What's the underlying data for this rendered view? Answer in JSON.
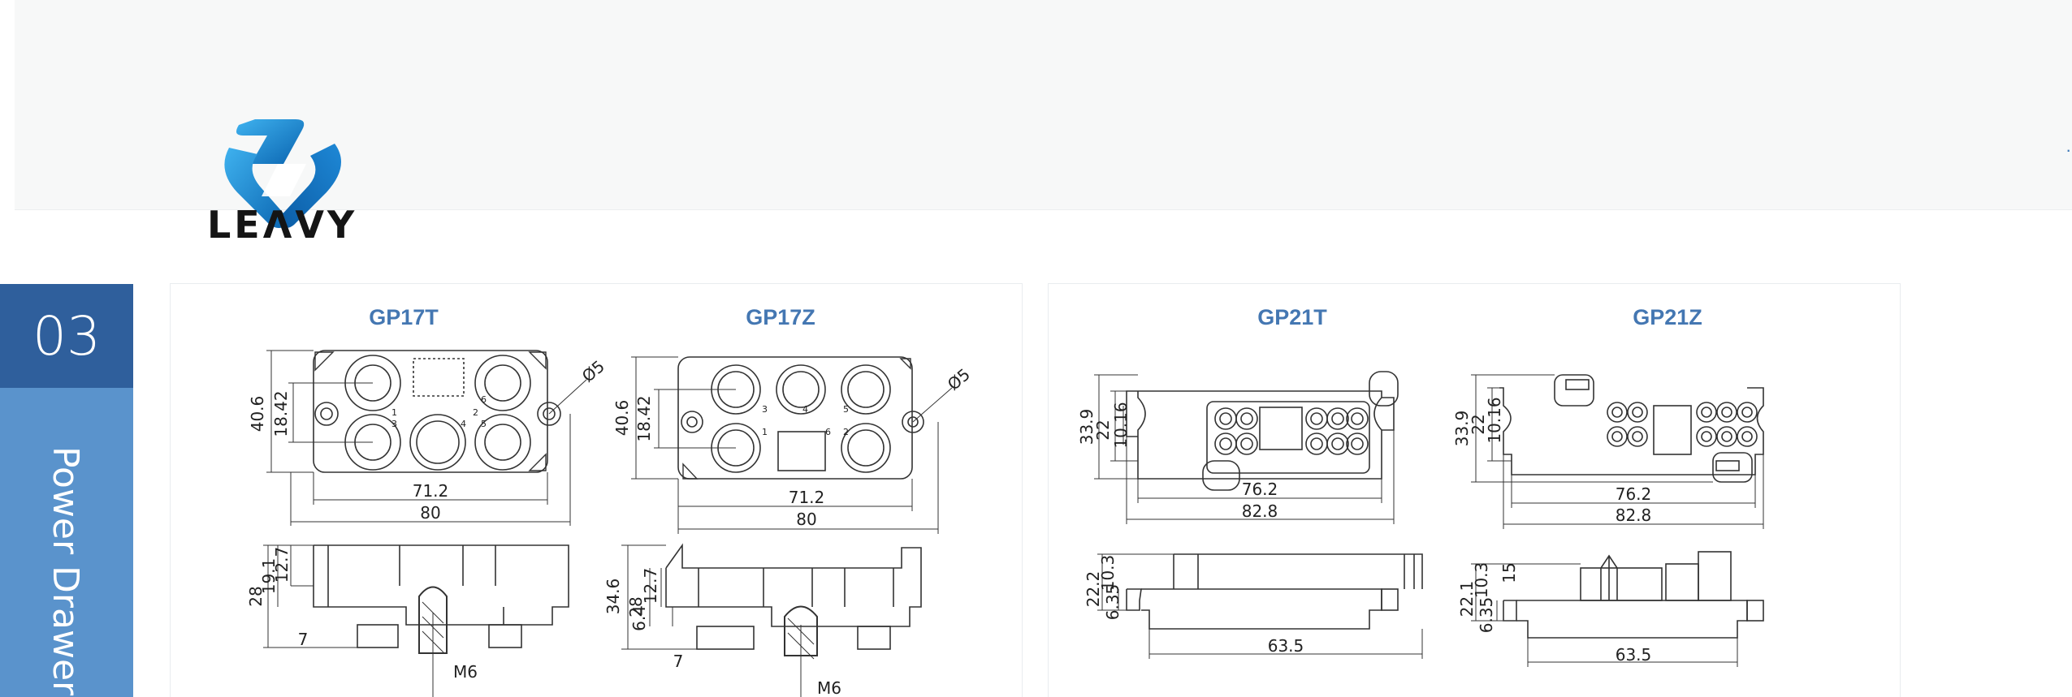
{
  "brand": {
    "name": "LEΛVY",
    "accent": "#3d77b8"
  },
  "sidebar": {
    "section_number": "03",
    "section_title": "Power Drawer :",
    "colors": {
      "dark": "#2f5f9c",
      "light": "#5a93cc"
    }
  },
  "panels": [
    {
      "models": [
        {
          "name": "GP17T",
          "front": {
            "height": "40.6",
            "pitch": "18.42",
            "inner_width": "71.2",
            "width": "80",
            "hole": "Ø5",
            "pins": [
              "1",
              "2",
              "3",
              "4",
              "5",
              "6"
            ]
          },
          "side": {
            "total_height": "28",
            "dim_a": "19.1",
            "dim_b": "12.7",
            "dim_c": "7",
            "thread": "M6"
          }
        },
        {
          "name": "GP17Z",
          "front": {
            "height": "40.6",
            "pitch": "18.42",
            "inner_width": "71.2",
            "width": "80",
            "hole": "Ø5",
            "pins": [
              "1",
              "2",
              "3",
              "4",
              "5",
              "6"
            ]
          },
          "side": {
            "total_height": "34.6",
            "dim_a": "28",
            "dim_b": "12.7",
            "dim_c": "6.4",
            "dim_d": "7",
            "thread": "M6"
          }
        }
      ]
    },
    {
      "models": [
        {
          "name": "GP21T",
          "front": {
            "height": "33.9",
            "dim_a": "22",
            "dim_b": "10.16",
            "inner_width": "76.2",
            "width": "82.8"
          },
          "side": {
            "dim_a": "22.2",
            "dim_b": "10.3",
            "dim_c": "6.35",
            "length": "63.5"
          }
        },
        {
          "name": "GP21Z",
          "front": {
            "height": "33.9",
            "dim_a": "22",
            "dim_b": "10.16",
            "inner_width": "76.2",
            "width": "82.8"
          },
          "side": {
            "dim_a": "22.1",
            "dim_b": "10.3",
            "dim_c": "15",
            "dim_d": "6.35",
            "length": "63.5"
          }
        }
      ]
    }
  ]
}
